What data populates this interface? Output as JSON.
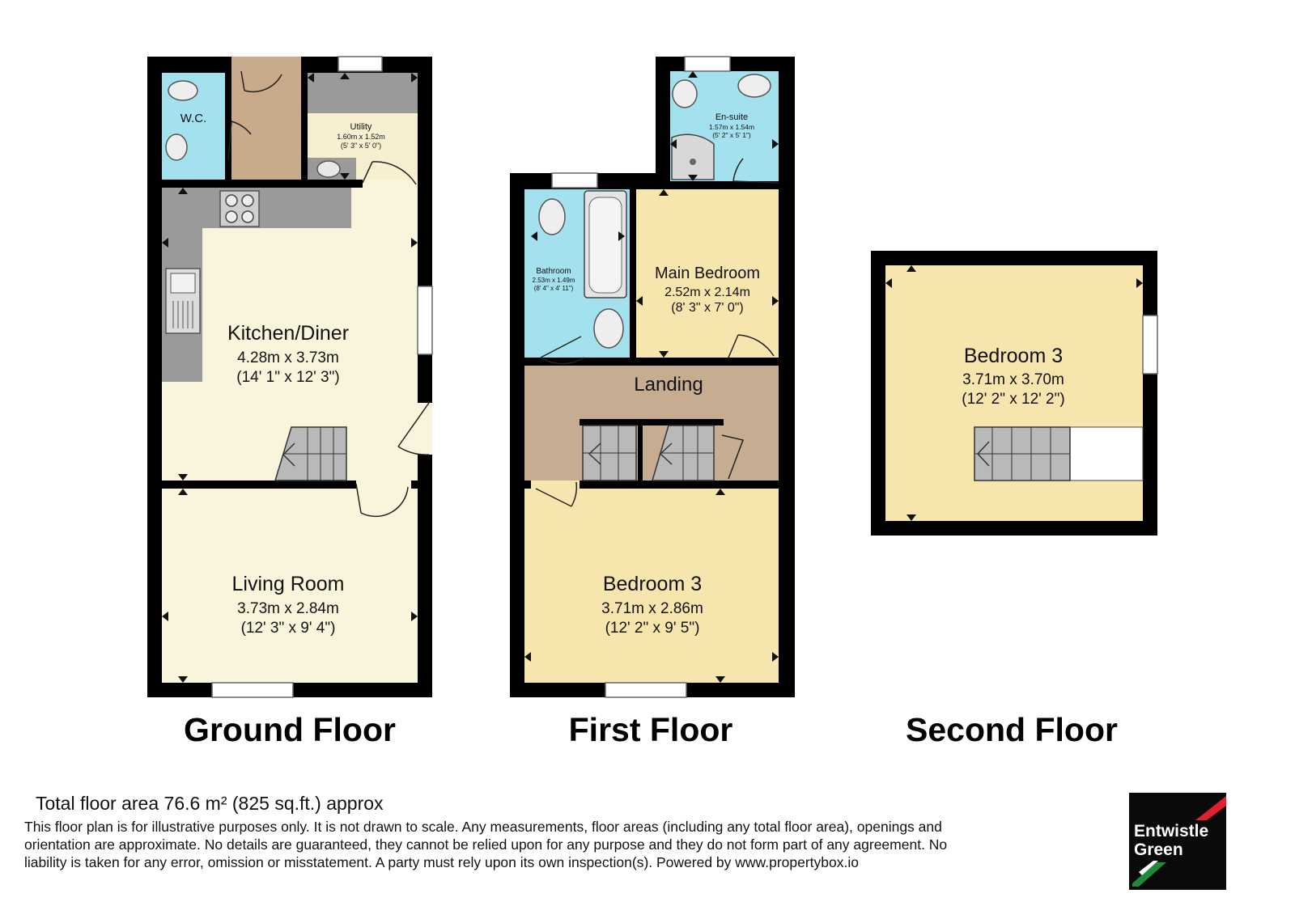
{
  "floors": {
    "ground": {
      "title": "Ground Floor",
      "rooms": {
        "wc": {
          "name": "W.C."
        },
        "utility": {
          "name": "Utility",
          "dim_m": "1.60m x 1.52m",
          "dim_ft": "(5' 3\" x 5' 0\")"
        },
        "kitchen": {
          "name": "Kitchen/Diner",
          "dim_m": "4.28m x 3.73m",
          "dim_ft": "(14' 1\" x 12' 3\")"
        },
        "living": {
          "name": "Living Room",
          "dim_m": "3.73m x 2.84m",
          "dim_ft": "(12' 3\" x 9' 4\")"
        }
      }
    },
    "first": {
      "title": "First Floor",
      "rooms": {
        "ensuite": {
          "name": "En-suite",
          "dim_m": "1.57m x 1.54m",
          "dim_ft": "(5' 2\" x 5' 1\")"
        },
        "bathroom": {
          "name": "Bathroom",
          "dim_m": "2.53m x 1.49m",
          "dim_ft": "(8' 4\" x 4' 11\")"
        },
        "main_bedroom": {
          "name": "Main Bedroom",
          "dim_m": "2.52m x 2.14m",
          "dim_ft": "(8' 3\" x 7' 0\")"
        },
        "landing": {
          "name": "Landing"
        },
        "bedroom3": {
          "name": "Bedroom 3",
          "dim_m": "3.71m x 2.86m",
          "dim_ft": "(12' 2\" x 9' 5\")"
        }
      }
    },
    "second": {
      "title": "Second Floor",
      "rooms": {
        "bedroom3": {
          "name": "Bedroom 3",
          "dim_m": "3.71m x 3.70m",
          "dim_ft": "(12' 2\" x 12' 2\")"
        }
      }
    }
  },
  "footer": {
    "total_area": "Total floor area 76.6 m² (825 sq.ft.) approx",
    "disclaimer_lines": [
      "This floor plan is for illustrative purposes only. It is not drawn to scale. Any measurements, floor areas (including any total floor area), openings and",
      "orientation are approximate. No details are guaranteed, they cannot be relied upon for any purpose and they do not form part of any agreement. No",
      "liability is taken for any error, omission or misstatement. A party must rely upon its own inspection(s). Powered by www.propertybox.io"
    ]
  },
  "logo": {
    "line1": "Entwistle",
    "line2": "Green"
  },
  "colors": {
    "wall": "#000000",
    "wet_room": "#a3e1ee",
    "hall": "#c9aa8a",
    "utility_floor": "#f7efcf",
    "ground_room": "#f9f5dd",
    "bedroom": "#f6e5ac",
    "worktop": "#9a9a9a",
    "landing": "#c6ad91",
    "logo_red": "#e0202e",
    "logo_green": "#1f8a3a"
  }
}
